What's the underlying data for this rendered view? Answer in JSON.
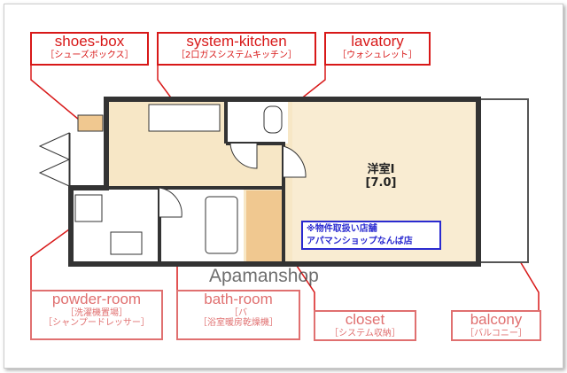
{
  "labels": {
    "shoes_box": {
      "title": "shoes-box",
      "sub": "［シューズボックス］"
    },
    "system_kitchen": {
      "title": "system-kitchen",
      "sub": "［2口ガスシステムキッチン］"
    },
    "lavatory": {
      "title": "lavatory",
      "sub": "［ウォシュレット］"
    },
    "powder_room": {
      "title": "powder-room",
      "sub1": "［洗濯機置場］",
      "sub2": "［シャンプードレッサー］"
    },
    "bath_room": {
      "title": "bath-room",
      "sub1": "［バ",
      "sub2": "［浴室暖房乾燥機］"
    },
    "closet": {
      "title": "closet",
      "sub": "［システム収納］"
    },
    "balcony": {
      "title": "balcony",
      "sub": "［バルコニー］"
    }
  },
  "room": {
    "name": "洋室Ⅰ",
    "size": "[7.0]"
  },
  "note": {
    "line1": "※物件取扱い店舗",
    "line2": "アパマンショップなんば店"
  },
  "watermark": "Apamanshop",
  "colors": {
    "label": "#d81818",
    "note": "#2a2ad0",
    "floor": "#f7e7c6"
  }
}
